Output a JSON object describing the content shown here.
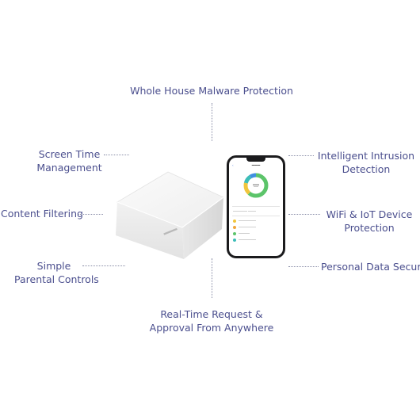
{
  "features": {
    "whole_house": "Whole House Malware Protection",
    "screen_time_1": "Screen Time",
    "screen_time_2": "Management",
    "intrusion_1": "Intelligent Intrusion",
    "intrusion_2": "Detection",
    "content_filtering": "Content Filtering",
    "wifi_iot_1": "WiFi & IoT Device",
    "wifi_iot_2": "Protection",
    "simple_1": "Simple",
    "simple_2": "Parental Controls",
    "personal_security": "Personal Data Security",
    "realtime_1": "Real-Time Request &",
    "realtime_2": "Approval From Anywhere"
  },
  "colors": {
    "text": "#4b4f8e",
    "connector": "#8a8ea8",
    "phone_body": "#1b1b1d",
    "donut_green": "#5cc46a",
    "donut_yellow": "#f0c53c",
    "donut_teal": "#3dbdb8",
    "donut_blue": "#3f8fe0",
    "router_top": "#f7f7f7",
    "router_side": "#e9e9e9"
  },
  "icons": {
    "router": "router-device-icon",
    "phone": "smartphone-icon",
    "donut": "donut-chart-icon"
  }
}
